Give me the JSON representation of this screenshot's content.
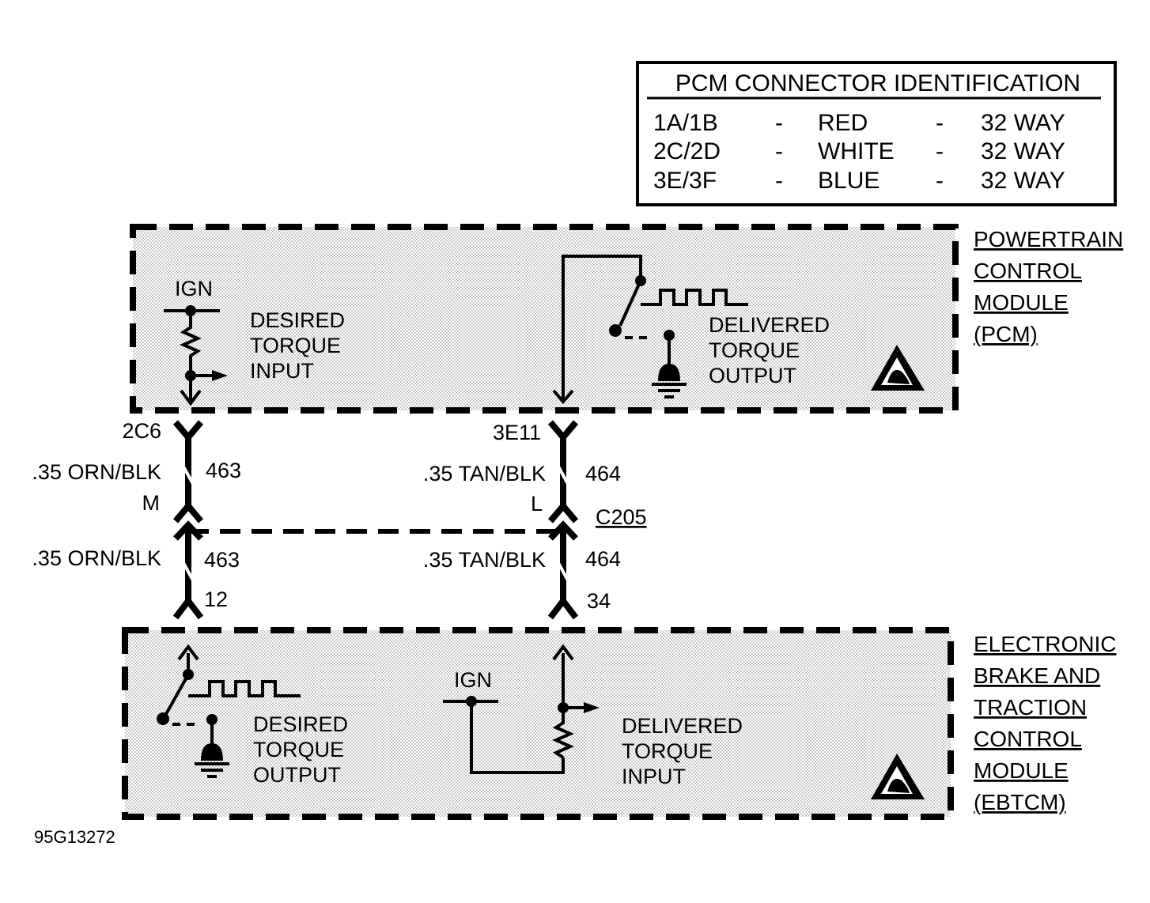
{
  "connector_table": {
    "title": "PCM CONNECTOR IDENTIFICATION",
    "rows": [
      {
        "connector": "1A/1B",
        "sep1": "-",
        "color": "RED",
        "sep2": "-",
        "size": "32 WAY"
      },
      {
        "connector": "2C/2D",
        "sep1": "-",
        "color": "WHITE",
        "sep2": "-",
        "size": "32 WAY"
      },
      {
        "connector": "3E/3F",
        "sep1": "-",
        "color": "BLUE",
        "sep2": "-",
        "size": "32 WAY"
      }
    ]
  },
  "pcm": {
    "name_lines": [
      "POWERTRAIN",
      "CONTROL",
      "MODULE",
      "(PCM)"
    ],
    "ign_label": "IGN",
    "input_label": [
      "DESIRED",
      "TORQUE",
      "INPUT"
    ],
    "output_label": [
      "DELIVERED",
      "TORQUE",
      "OUTPUT"
    ]
  },
  "ebtcm": {
    "name_lines": [
      "ELECTRONIC",
      "BRAKE AND",
      "TRACTION",
      "CONTROL",
      "MODULE",
      "(EBTCM)"
    ],
    "ign_label": "IGN",
    "output_label": [
      "DESIRED",
      "TORQUE",
      "OUTPUT"
    ],
    "input_label": [
      "DELIVERED",
      "TORQUE",
      "INPUT"
    ]
  },
  "circuits": [
    {
      "pcm_pin": "2C6",
      "wire": ".35 ORN/BLK",
      "circuit": "463",
      "inline_pin": "M",
      "ebtcm_pin": "12"
    },
    {
      "pcm_pin": "3E11",
      "wire": ".35 TAN/BLK",
      "circuit": "464",
      "inline_pin": "L",
      "ebtcm_pin": "34"
    }
  ],
  "inline_connector": "C205",
  "figure_id": "95G13272"
}
